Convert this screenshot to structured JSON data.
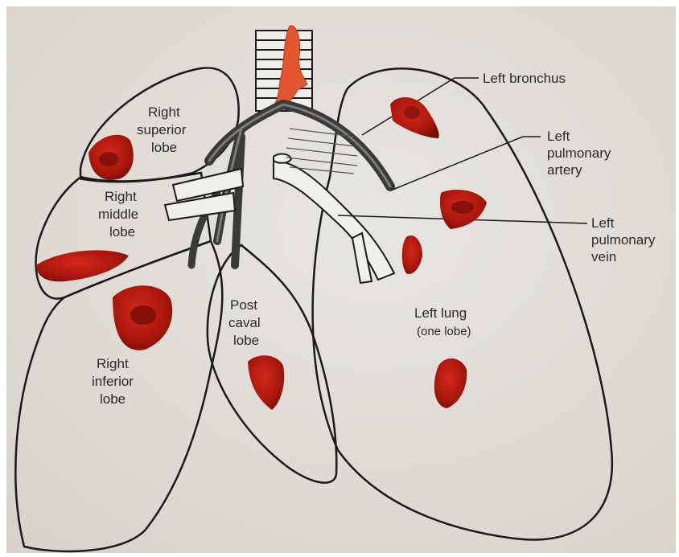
{
  "labels": {
    "left_bronchus": "Left bronchus",
    "left_pulmonary_artery": [
      "Left",
      "pulmonary",
      "artery"
    ],
    "left_pulmonary_vein": [
      "Left",
      "pulmonary",
      "vein"
    ],
    "right_superior_lobe": [
      "Right",
      "superior",
      "lobe"
    ],
    "right_middle_lobe": [
      "Right",
      "middle",
      "lobe"
    ],
    "right_inferior_lobe": [
      "Right",
      "inferior",
      "lobe"
    ],
    "post_caval_lobe": [
      "Post",
      "caval",
      "lobe"
    ],
    "left_lung": "Left lung",
    "left_lung_note": "(one lobe)"
  },
  "colors": {
    "paper": "#e3e0da",
    "outline": "#1a1a1a",
    "vessel": "#3a3a3a",
    "tissue": "#b81a10",
    "tissue_dark": "#6e0a06",
    "trachea_cast": "#e2552e"
  }
}
